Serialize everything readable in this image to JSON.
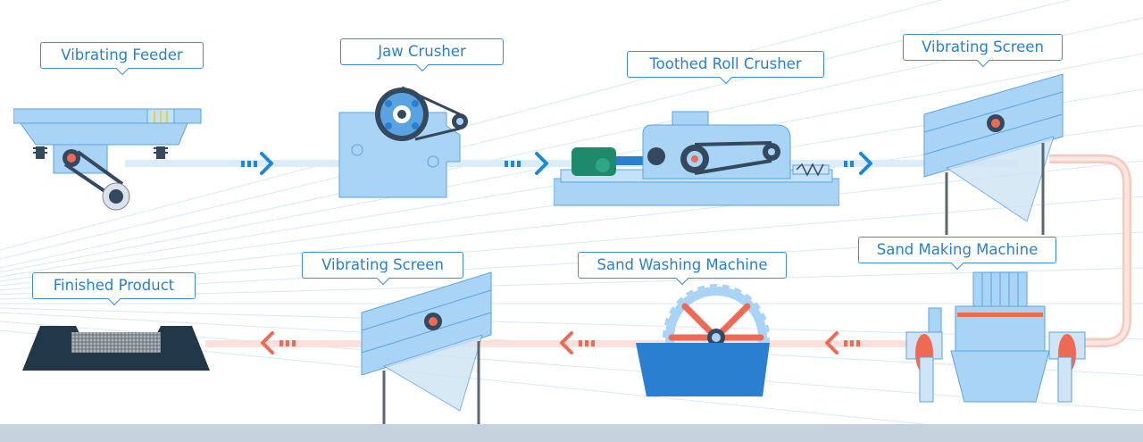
{
  "colors": {
    "machine_fill": "#a9d4f5",
    "machine_dark": "#5aa3e0",
    "flow_blue": "#1e88d8",
    "flow_red": "#ee6a55",
    "return_pipe": "#f7c9bd",
    "ground": "#c5d3dc",
    "label_border": "#3a8fd8"
  },
  "stages": [
    {
      "label": "Vibrating Feeder",
      "icon": "vibrating-feeder-icon"
    },
    {
      "label": "Jaw Crusher",
      "icon": "jaw-crusher-icon"
    },
    {
      "label": "Toothed Roll Crusher",
      "icon": "toothed-roll-crusher-icon"
    },
    {
      "label": "Vibrating Screen",
      "icon": "vibrating-screen-icon"
    },
    {
      "label": "Sand Making Machine",
      "icon": "sand-making-machine-icon"
    },
    {
      "label": "Sand Washing Machine",
      "icon": "sand-washing-machine-icon"
    },
    {
      "label": "Vibrating Screen",
      "icon": "vibrating-screen-icon"
    },
    {
      "label": "Finished Product",
      "icon": "finished-product-icon"
    }
  ]
}
